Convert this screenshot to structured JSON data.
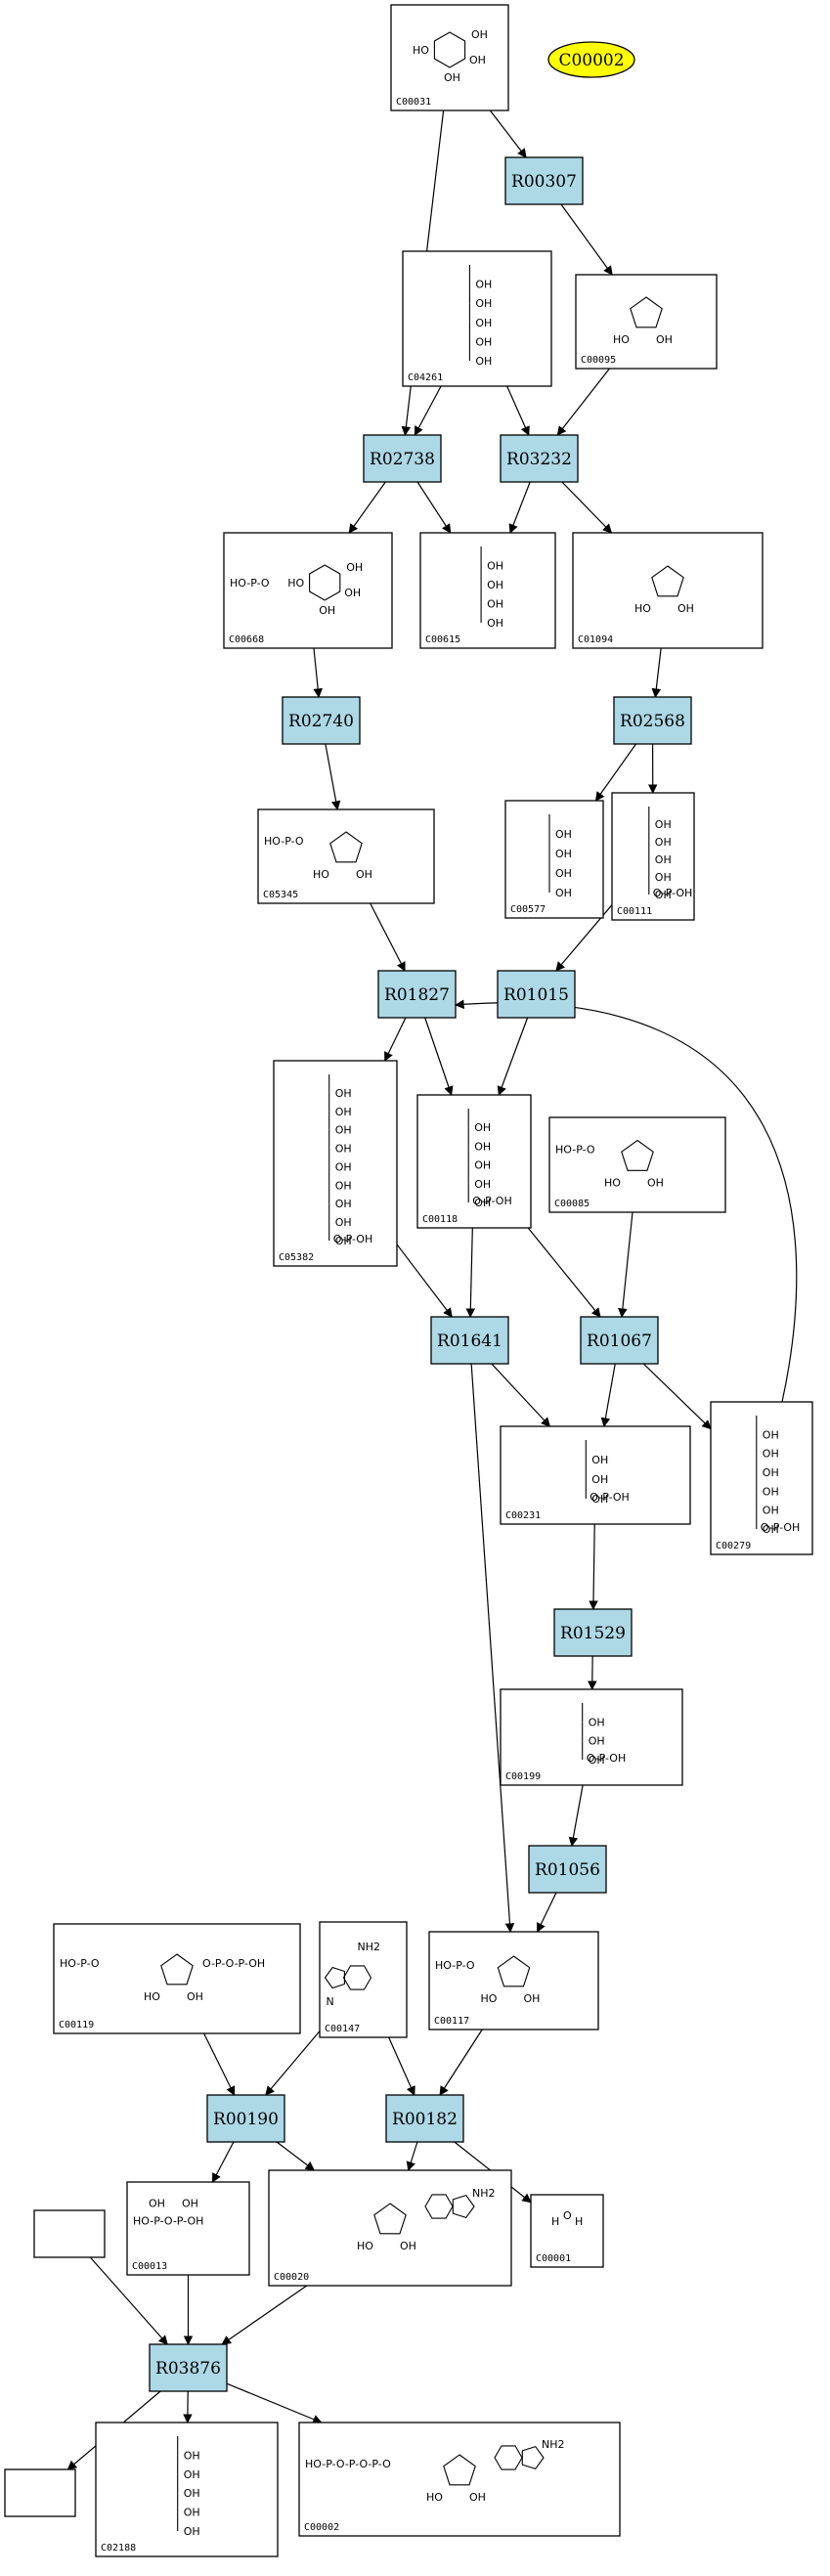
{
  "highlight_compound": "C00002",
  "reactions": [
    "R00307",
    "R02738",
    "R03232",
    "R02740",
    "R02568",
    "R01827",
    "R01015",
    "R01641",
    "R01067",
    "R01529",
    "R01056",
    "R00190",
    "R00182",
    "R03876"
  ],
  "compounds": [
    "C00031",
    "C00095",
    "C04261",
    "C00668",
    "C00615",
    "C01094",
    "C05345",
    "C00577",
    "C00111",
    "C05382",
    "C00118",
    "C00085",
    "C00231",
    "C00279",
    "C00199",
    "C00119",
    "C00147",
    "C00117",
    "C00013",
    "C00020",
    "C00001",
    "C02188",
    "C00002"
  ],
  "colors": {
    "reaction_fill": "#add8e6",
    "highlight_fill": "#ffff00",
    "box_stroke": "#000000"
  }
}
